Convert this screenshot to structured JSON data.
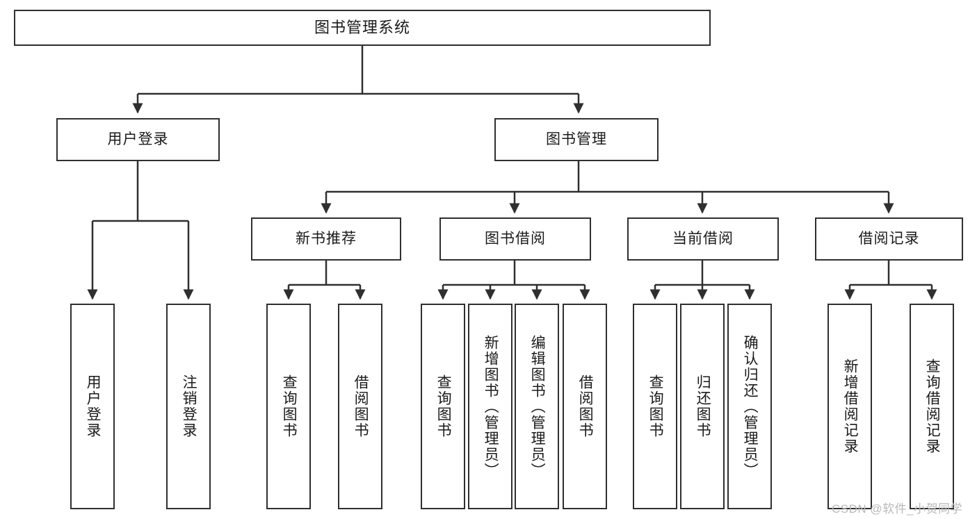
{
  "diagram": {
    "title": "图书管理系统",
    "watermark": "CSDN @软件_小贺同学",
    "colors": {
      "box_border": "#2f2f2f",
      "box_fill": "#ffffff",
      "connector": "#2f2f2f",
      "text": "#1a1a1a",
      "watermark": "#b9b9b9",
      "background": "#ffffff"
    },
    "root": {
      "label": "图书管理系统"
    },
    "level2": [
      {
        "label": "用户登录"
      },
      {
        "label": "图书管理"
      }
    ],
    "level3": [
      {
        "label": "新书推荐"
      },
      {
        "label": "图书借阅"
      },
      {
        "label": "当前借阅"
      },
      {
        "label": "借阅记录"
      }
    ],
    "leaves": {
      "user_login": [
        {
          "label": "用户登录"
        },
        {
          "label": "注销登录"
        }
      ],
      "new_book_recommend": [
        {
          "label": "查询图书"
        },
        {
          "label": "借阅图书"
        }
      ],
      "book_borrow": [
        {
          "label": "查询图书"
        },
        {
          "label": "新增图书（管理员）"
        },
        {
          "label": "编辑图书（管理员）"
        },
        {
          "label": "借阅图书"
        }
      ],
      "current_borrow": [
        {
          "label": "查询图书"
        },
        {
          "label": "归还图书"
        },
        {
          "label": "确认归还（管理员）"
        }
      ],
      "borrow_record": [
        {
          "label": "新增借阅记录"
        },
        {
          "label": "查询借阅记录"
        }
      ]
    }
  }
}
